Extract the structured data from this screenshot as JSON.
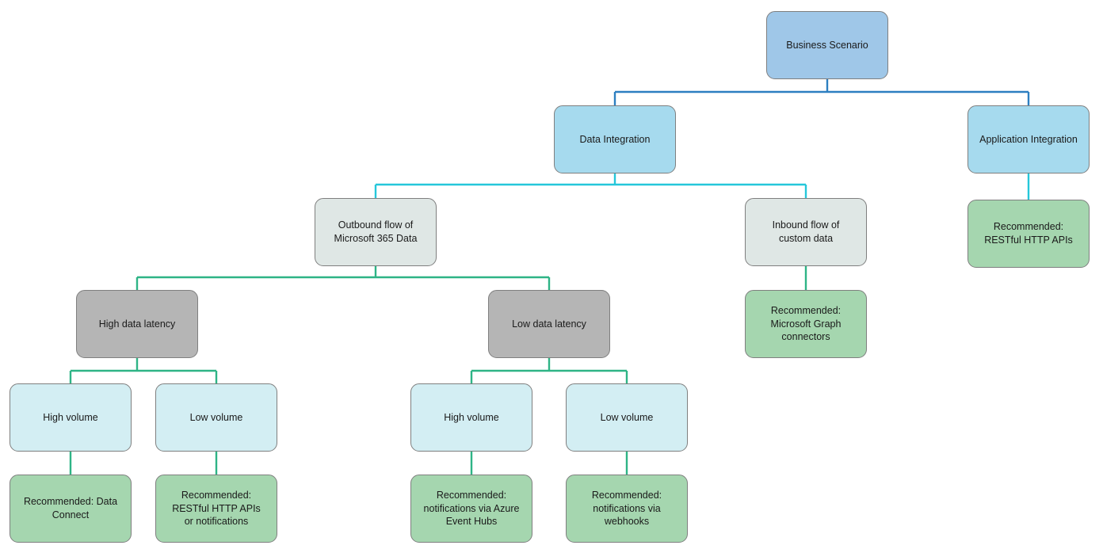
{
  "colors": {
    "background": "#ffffff",
    "node_root_fill": "#9fc7e8",
    "node_branch_fill": "#a6daee",
    "node_neutral_fill": "#dfe7e5",
    "node_gray_fill": "#b5b5b5",
    "node_option_fill": "#d3eef3",
    "node_recommend_fill": "#a5d6af",
    "node_border": "#7f7f7f",
    "line_level1": "#2d7fc1",
    "line_level2": "#25c7da",
    "line_level3": "#2eb486",
    "text": "#1a1a1a"
  },
  "diagram": {
    "type": "decision-tree",
    "nodes": {
      "business_scenario": {
        "label": "Business Scenario"
      },
      "data_integration": {
        "label": "Data Integration"
      },
      "application_integration": {
        "label": "Application Integration"
      },
      "outbound_flow": {
        "label": "Outbound flow of Microsoft 365 Data"
      },
      "inbound_flow": {
        "label": "Inbound flow of custom data"
      },
      "rec_restful_apis": {
        "label": "Recommended: RESTful HTTP APIs"
      },
      "high_data_latency": {
        "label": "High data latency"
      },
      "low_data_latency": {
        "label": "Low data latency"
      },
      "rec_graph_connectors": {
        "label": "Recommended: Microsoft Graph connectors"
      },
      "high_volume_left": {
        "label": "High volume"
      },
      "low_volume_left": {
        "label": "Low volume"
      },
      "high_volume_right": {
        "label": "High volume"
      },
      "low_volume_right": {
        "label": "Low volume"
      },
      "rec_data_connect": {
        "label": "Recommended: Data Connect"
      },
      "rec_restful_or_notifications": {
        "label": "Recommended: RESTful HTTP APIs or notifications"
      },
      "rec_notifications_event_hubs": {
        "label": "Recommended: notifications via Azure Event Hubs"
      },
      "rec_notifications_webhooks": {
        "label": "Recommended: notifications via webhooks"
      }
    },
    "edges": [
      {
        "from": "business_scenario",
        "to": "data_integration",
        "color": "#2d7fc1"
      },
      {
        "from": "business_scenario",
        "to": "application_integration",
        "color": "#2d7fc1"
      },
      {
        "from": "data_integration",
        "to": "outbound_flow",
        "color": "#25c7da"
      },
      {
        "from": "data_integration",
        "to": "inbound_flow",
        "color": "#25c7da"
      },
      {
        "from": "application_integration",
        "to": "rec_restful_apis",
        "color": "#25c7da"
      },
      {
        "from": "outbound_flow",
        "to": "high_data_latency",
        "color": "#2eb486"
      },
      {
        "from": "outbound_flow",
        "to": "low_data_latency",
        "color": "#2eb486"
      },
      {
        "from": "inbound_flow",
        "to": "rec_graph_connectors",
        "color": "#2eb486"
      },
      {
        "from": "high_data_latency",
        "to": "high_volume_left",
        "color": "#2eb486"
      },
      {
        "from": "high_data_latency",
        "to": "low_volume_left",
        "color": "#2eb486"
      },
      {
        "from": "low_data_latency",
        "to": "high_volume_right",
        "color": "#2eb486"
      },
      {
        "from": "low_data_latency",
        "to": "low_volume_right",
        "color": "#2eb486"
      },
      {
        "from": "high_volume_left",
        "to": "rec_data_connect",
        "color": "#2eb486"
      },
      {
        "from": "low_volume_left",
        "to": "rec_restful_or_notifications",
        "color": "#2eb486"
      },
      {
        "from": "high_volume_right",
        "to": "rec_notifications_event_hubs",
        "color": "#2eb486"
      },
      {
        "from": "low_volume_right",
        "to": "rec_notifications_webhooks",
        "color": "#2eb486"
      }
    ]
  }
}
